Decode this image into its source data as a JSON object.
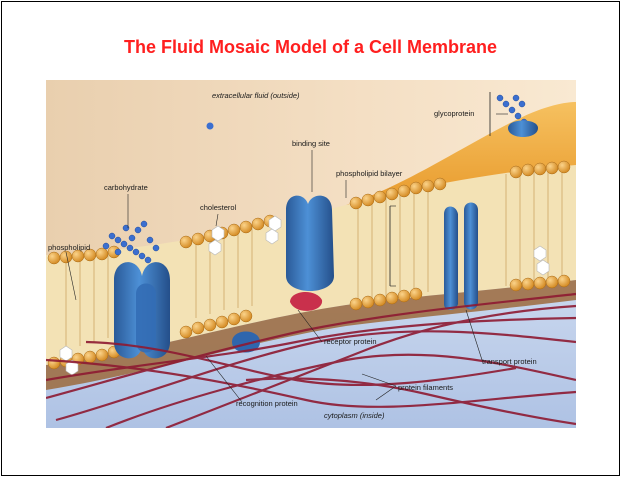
{
  "slide": {
    "title": "The Fluid Mosaic Model of a Cell Membrane"
  },
  "diagram": {
    "labels": {
      "extracellular": "extracellular fluid (outside)",
      "glycoprotein": "glycoprotein",
      "binding_site": "binding site",
      "phospholipid_bilayer": "phospholipid bilayer",
      "carbohydrate": "carbohydrate",
      "cholesterol": "cholesterol",
      "phospholipid": "phospholipid",
      "receptor_protein": "receptor protein",
      "transport_protein": "transport protein",
      "protein_filaments": "protein filaments",
      "recognition_protein": "recognition protein",
      "cytoplasm": "cytoplasm (inside)"
    },
    "colors": {
      "background_top": "#f2d4b0",
      "cytoplasm": "#c3d2ea",
      "heads": "#e8a033",
      "tails": "#f6e4b8",
      "protein": "#3f7fc6",
      "protein_dark": "#2a5a98",
      "filament": "#8e1a32",
      "receptor": "#c9304c",
      "sugar": "#3b6fd0",
      "cholesterol": "#ffffff"
    }
  }
}
